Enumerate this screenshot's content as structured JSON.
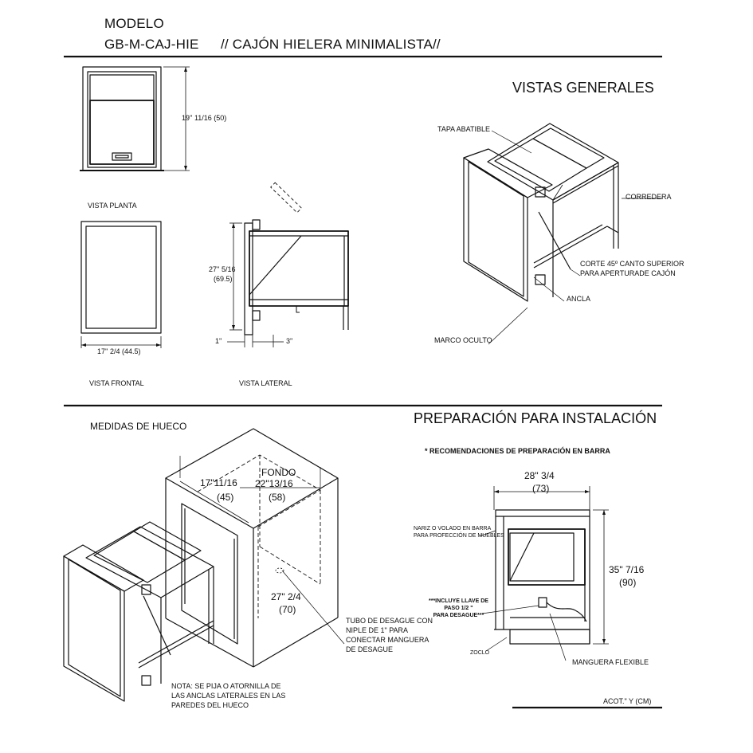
{
  "header": {
    "model_label": "MODELO",
    "model_code": "GB-M-CAJ-HIE",
    "product_name": "// CAJÓN HIELERA MINIMALISTA//"
  },
  "plan_view": {
    "caption": "VISTA PLANTA",
    "height_dim": "19'' 11/16 (50)"
  },
  "front_view": {
    "caption": "VISTA FRONTAL",
    "width_dim": "17'' 2/4 (44.5)"
  },
  "side_view": {
    "caption": "VISTA LATERAL",
    "height_dim": "27'' 5/16",
    "height_dim_cm": "(69.5)",
    "offset_dim": "1''",
    "depth_dim": "3''"
  },
  "general_views": {
    "title": "VISTAS GENERALES",
    "hinged_lid": "TAPA ABATIBLE",
    "slide_rail": "CORREDERA",
    "cut_line1": "CORTE 45º CANTO SUPERIOR",
    "cut_line2": "PARA APERTURADE CAJÓN",
    "anchor": "ANCLA",
    "hidden_frame": "MARCO OCULTO"
  },
  "cavity": {
    "title": "MEDIDAS DE HUECO",
    "width_dim": "17\"11/16",
    "width_dim_cm": "(45)",
    "depth_label": "FONDO",
    "depth_dim": "22\"13/16",
    "depth_dim_cm": "(58)",
    "height_dim": "27\" 2/4",
    "height_dim_cm": "(70)",
    "drain_note": "TUBO DE DESAGUE CON\nNIPLE DE 1\" PARA\nCONECTAR MANGUERA\nDE DESAGUE",
    "anchor_note": "NOTA: SE PIJA O ATORNILLA  DE\nLAS ANCLAS LATERALES EN LAS\nPAREDES DEL HUECO"
  },
  "installation": {
    "title": "PREPARACIÓN PARA INSTALACIÓN",
    "subtitle": "* RECOMENDACIONES DE PREPARACIÓN EN BARRA",
    "width_dim": "28\" 3/4",
    "width_dim_cm": "(73)",
    "height_dim": "35\" 7/16",
    "height_dim_cm": "(90)",
    "overhang_note": "NARIZ O VOLADO EN BARRA\nPARA PROFECCIÓN DE MUEBLES",
    "valve_note": "***INCLUYE LLAVE DE\nPASO 1/2 \"\nPARA DESAGUE***",
    "plinth": "ZOCLO",
    "hose": "MANGUERA FLEXIBLE",
    "units_note": "ACOT.\" Y (CM)"
  }
}
